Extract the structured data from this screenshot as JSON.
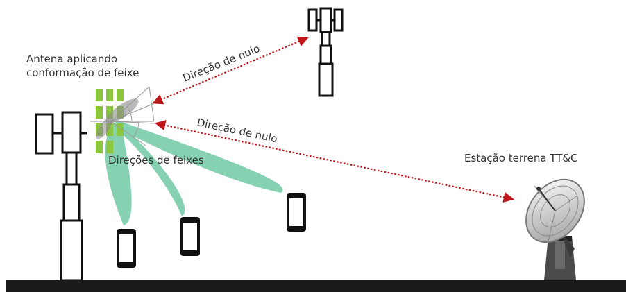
{
  "labels": {
    "antenna_line1": "Antena aplicando",
    "antenna_line2": "conformação de feixe",
    "null_top": "Direção de nulo",
    "null_mid": "Direção de nulo",
    "beams": "Direções de feixes",
    "ground_station": "Estação terrena TT&C"
  },
  "colors": {
    "beam": "#5fc29a",
    "null_arrow": "#c0161b",
    "array_element": "#8cc63f",
    "ground": "#1a1a1a"
  },
  "icons": [
    "cell-tower-icon",
    "smartphone-icon",
    "satellite-dish-icon"
  ]
}
